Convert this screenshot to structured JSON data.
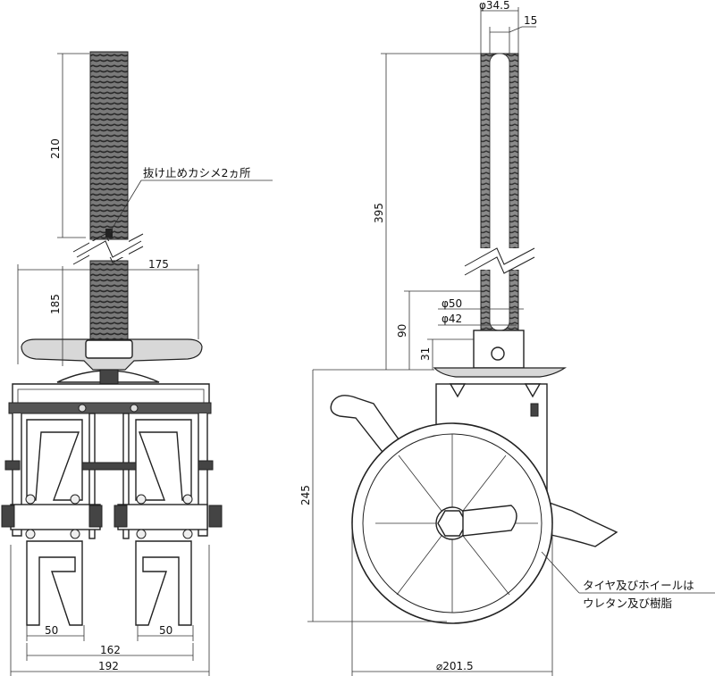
{
  "dimensions": {
    "phi_34_5": "φ34.5",
    "d15": "15",
    "d210": "210",
    "d395": "395",
    "d175": "175",
    "d185": "185",
    "phi_50": "φ50",
    "phi_42": "φ42",
    "d90": "90",
    "d31": "31",
    "d245": "245",
    "d50_left": "50",
    "d50_right": "50",
    "d162": "162",
    "d192": "192",
    "phi_201_5": "⌀201.5"
  },
  "notes": {
    "crimp_note": "抜け止めカシメ2ヵ所",
    "wheel_note_line1": "タイヤ及びホイールは",
    "wheel_note_line2": "ウレタン及び樹脂"
  }
}
